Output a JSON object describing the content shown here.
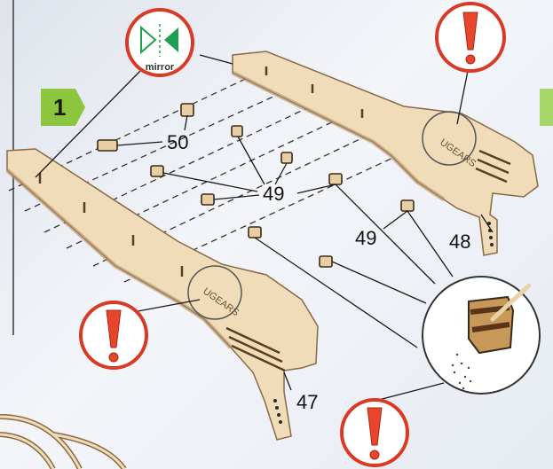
{
  "step": {
    "number": "1"
  },
  "mirror_badge": {
    "label": "mirror",
    "icon": "mirror-symmetry-icon"
  },
  "parts": {
    "p50": "50",
    "p49_a": "49",
    "p49_b": "49",
    "p48": "48",
    "p47": "47"
  },
  "brand_engraving": "UGEARS",
  "warnings": {
    "icon": "exclamation-warning-icon",
    "count": 3
  },
  "colors": {
    "wood": "#f0dcb8",
    "wood_edge": "#8a6a45",
    "warning_ring": "#d93a26",
    "warning_fill": "#e8452c",
    "step_green": "#8cc63f",
    "mirror_green": "#1fa050"
  }
}
